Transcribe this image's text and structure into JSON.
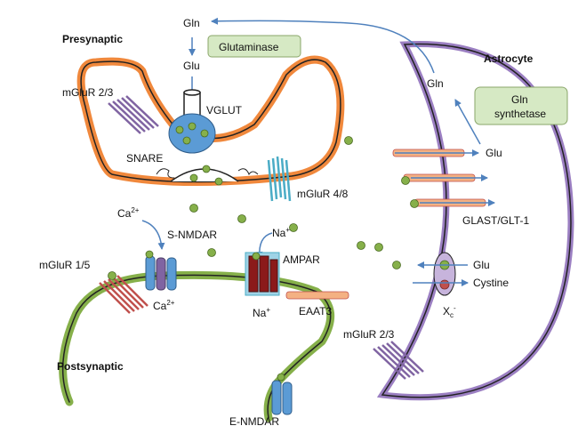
{
  "labels": {
    "gln_top": "Gln",
    "glu_top": "Glu",
    "glutaminase": "Glutaminase",
    "presynaptic": "Presynaptic",
    "astrocyte": "Astrocyte",
    "gln_astro": "Gln",
    "gln_synthetase_1": "Gln",
    "gln_synthetase_2": "synthetase",
    "mglur23_top": "mGluR 2/3",
    "vglut": "VGLUT",
    "snare": "SNARE",
    "mglur48": "mGluR 4/8",
    "glu_glast": "Glu",
    "glast": "GLAST/GLT-1",
    "ca_top": "Ca",
    "ca_top_sup": "2+",
    "snmdar": "S-NMDAR",
    "na_top": "Na",
    "na_top_sup": "+",
    "ampar": "AMPAR",
    "mglur15": "mGluR 1/5",
    "ca_bottom": "Ca",
    "ca_bottom_sup": "2+",
    "na_bottom": "Na",
    "na_bottom_sup": "+",
    "eaat3": "EAAT3",
    "glu_xc": "Glu",
    "cystine": "Cystine",
    "xc": "X",
    "xc_sub": "c",
    "xc_sup": "-",
    "mglur23_bottom": "mGluR 2/3",
    "postsynaptic": "Postsynaptic",
    "enmdar": "E-NMDAR"
  },
  "colors": {
    "presynaptic_fill": "#f0883c",
    "postsynaptic_fill": "#86b04a",
    "astrocyte_border": "#9b7fc2",
    "label_box": "#d6e9c4",
    "glutamate": "#86b04a",
    "arrow": "#4f81bd",
    "vesicle": "#5b9bd5",
    "mglur_purple": "#8064a2",
    "mglur_red": "#c0504d",
    "mglur_teal": "#4bacc6",
    "transporter": "#f4b183",
    "cystine": "#c0504d"
  }
}
